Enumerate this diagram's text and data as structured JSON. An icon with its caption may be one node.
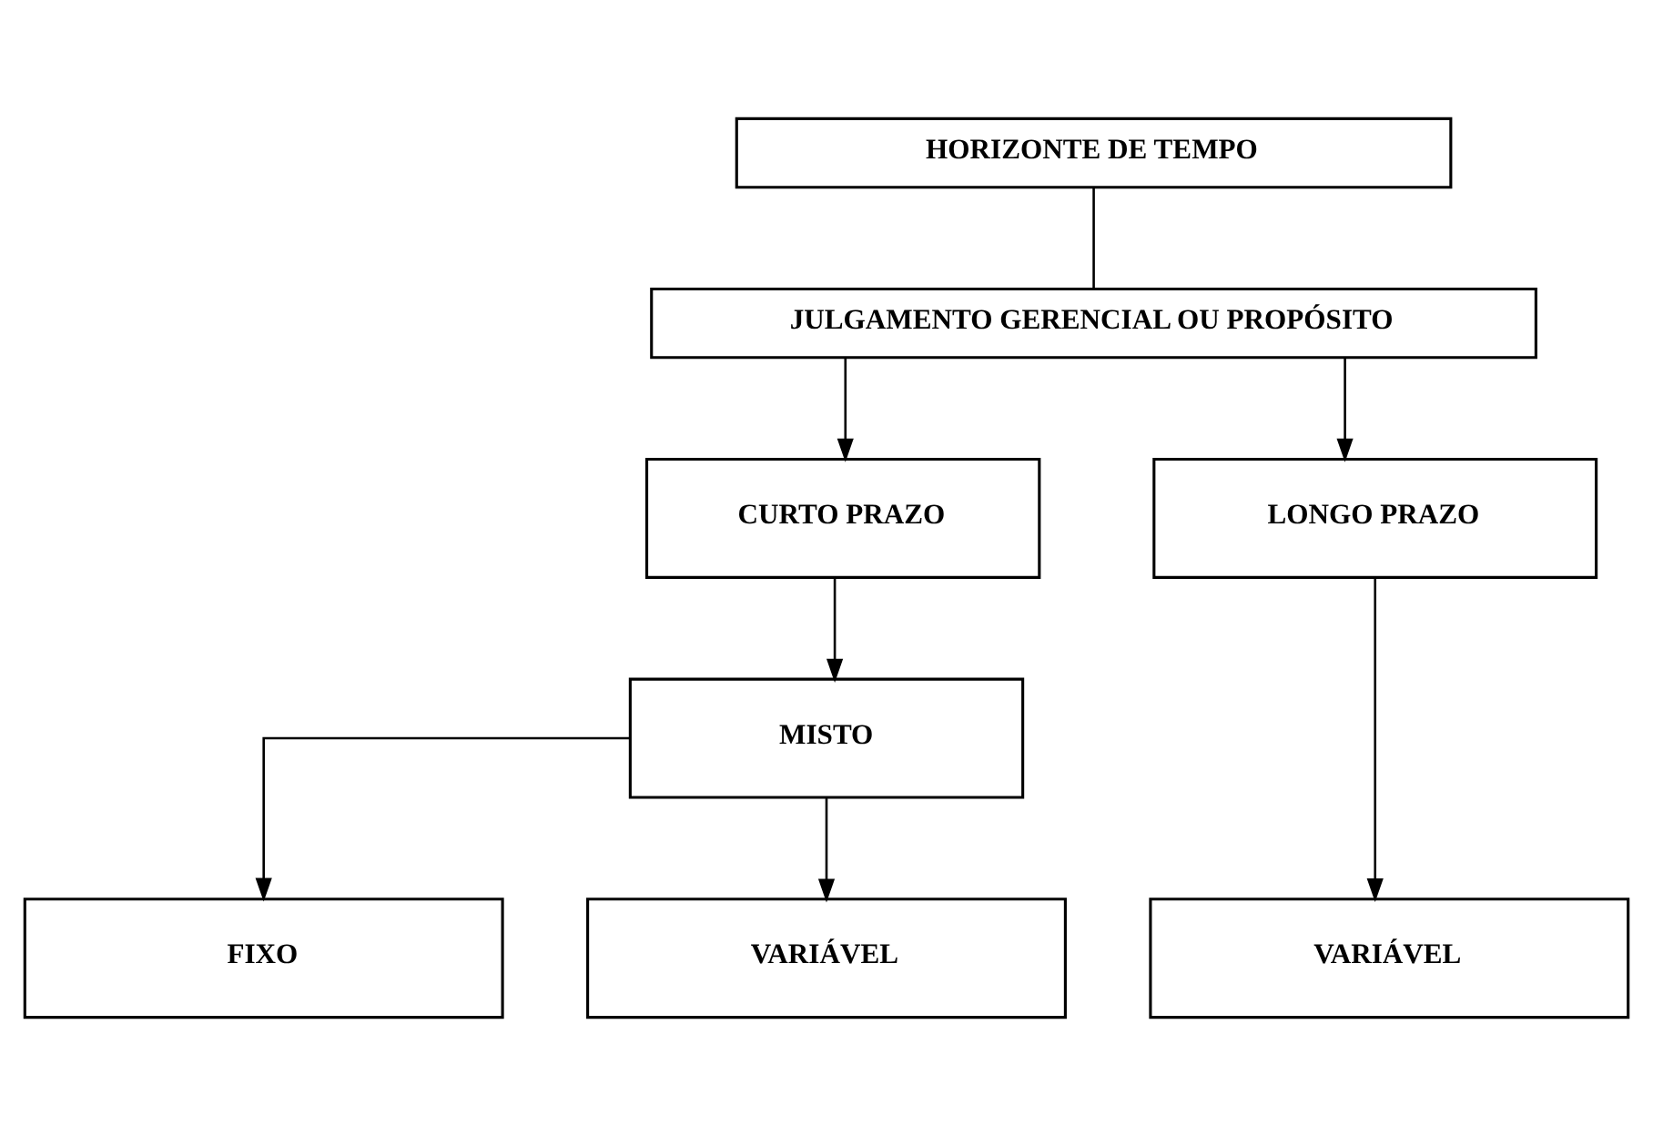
{
  "diagram": {
    "nodes": [
      {
        "text": [
          "HORIZONTE DE TEMPO"
        ]
      },
      {
        "text": [
          "JULGAMENTO GERENCIAL OU PROPÓSITO"
        ]
      },
      {
        "text": [
          "CURTO PRAZO"
        ]
      },
      {
        "text": [
          "LONGO PRAZO"
        ]
      },
      {
        "text": [
          "MISTO"
        ]
      },
      {
        "text": [
          "FIXO"
        ]
      },
      {
        "text": [
          "VARIÁVEL"
        ]
      },
      {
        "text": [
          "VARIÁVEL"
        ]
      }
    ],
    "edges": [
      {
        "from": 0,
        "to": 1,
        "arrow": "none"
      },
      {
        "from": 1,
        "to": 2,
        "arrow": "to"
      },
      {
        "from": 1,
        "to": 3,
        "arrow": "to"
      },
      {
        "from": 2,
        "to": 4,
        "arrow": "to"
      },
      {
        "from": 4,
        "to": 5,
        "arrow": "to"
      },
      {
        "from": 4,
        "to": 6,
        "arrow": "to"
      },
      {
        "from": 3,
        "to": 7,
        "arrow": "to"
      }
    ]
  }
}
